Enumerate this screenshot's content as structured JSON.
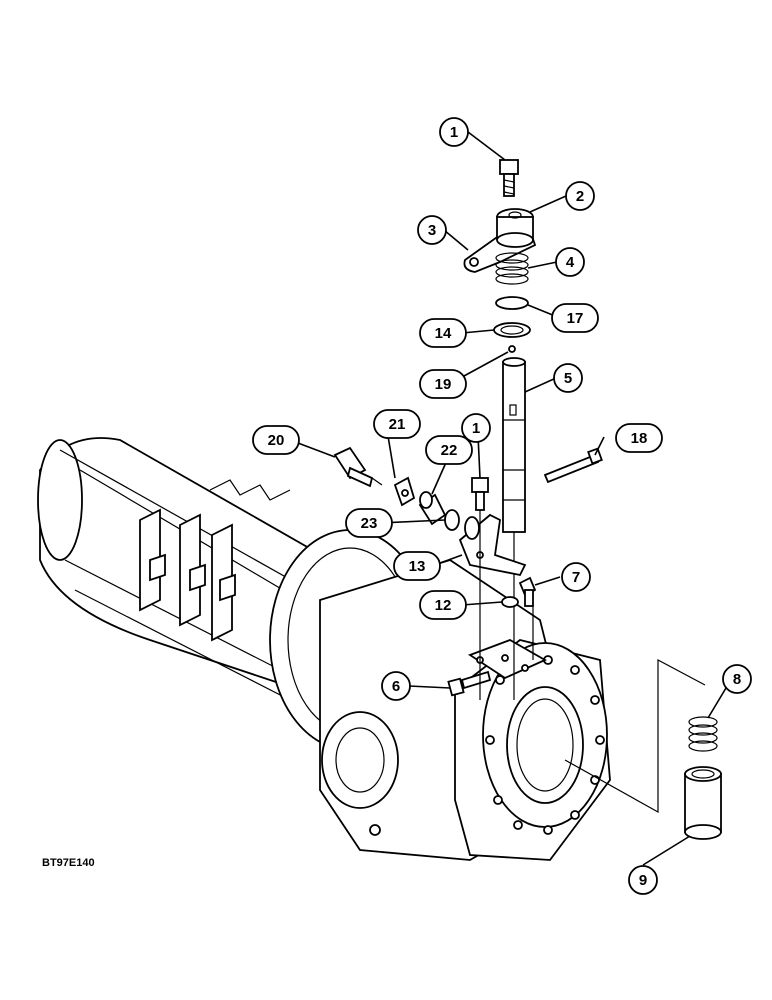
{
  "diagram": {
    "figure_code": "BT97E140",
    "callouts": {
      "c1a": "1",
      "c1b": "1",
      "c2": "2",
      "c3": "3",
      "c4": "4",
      "c5": "5",
      "c6": "6",
      "c7": "7",
      "c8": "8",
      "c9": "9",
      "c12": "12",
      "c13": "13",
      "c14": "14",
      "c17": "17",
      "c18": "18",
      "c19": "19",
      "c20": "20",
      "c21": "21",
      "c22": "22",
      "c23": "23"
    }
  }
}
